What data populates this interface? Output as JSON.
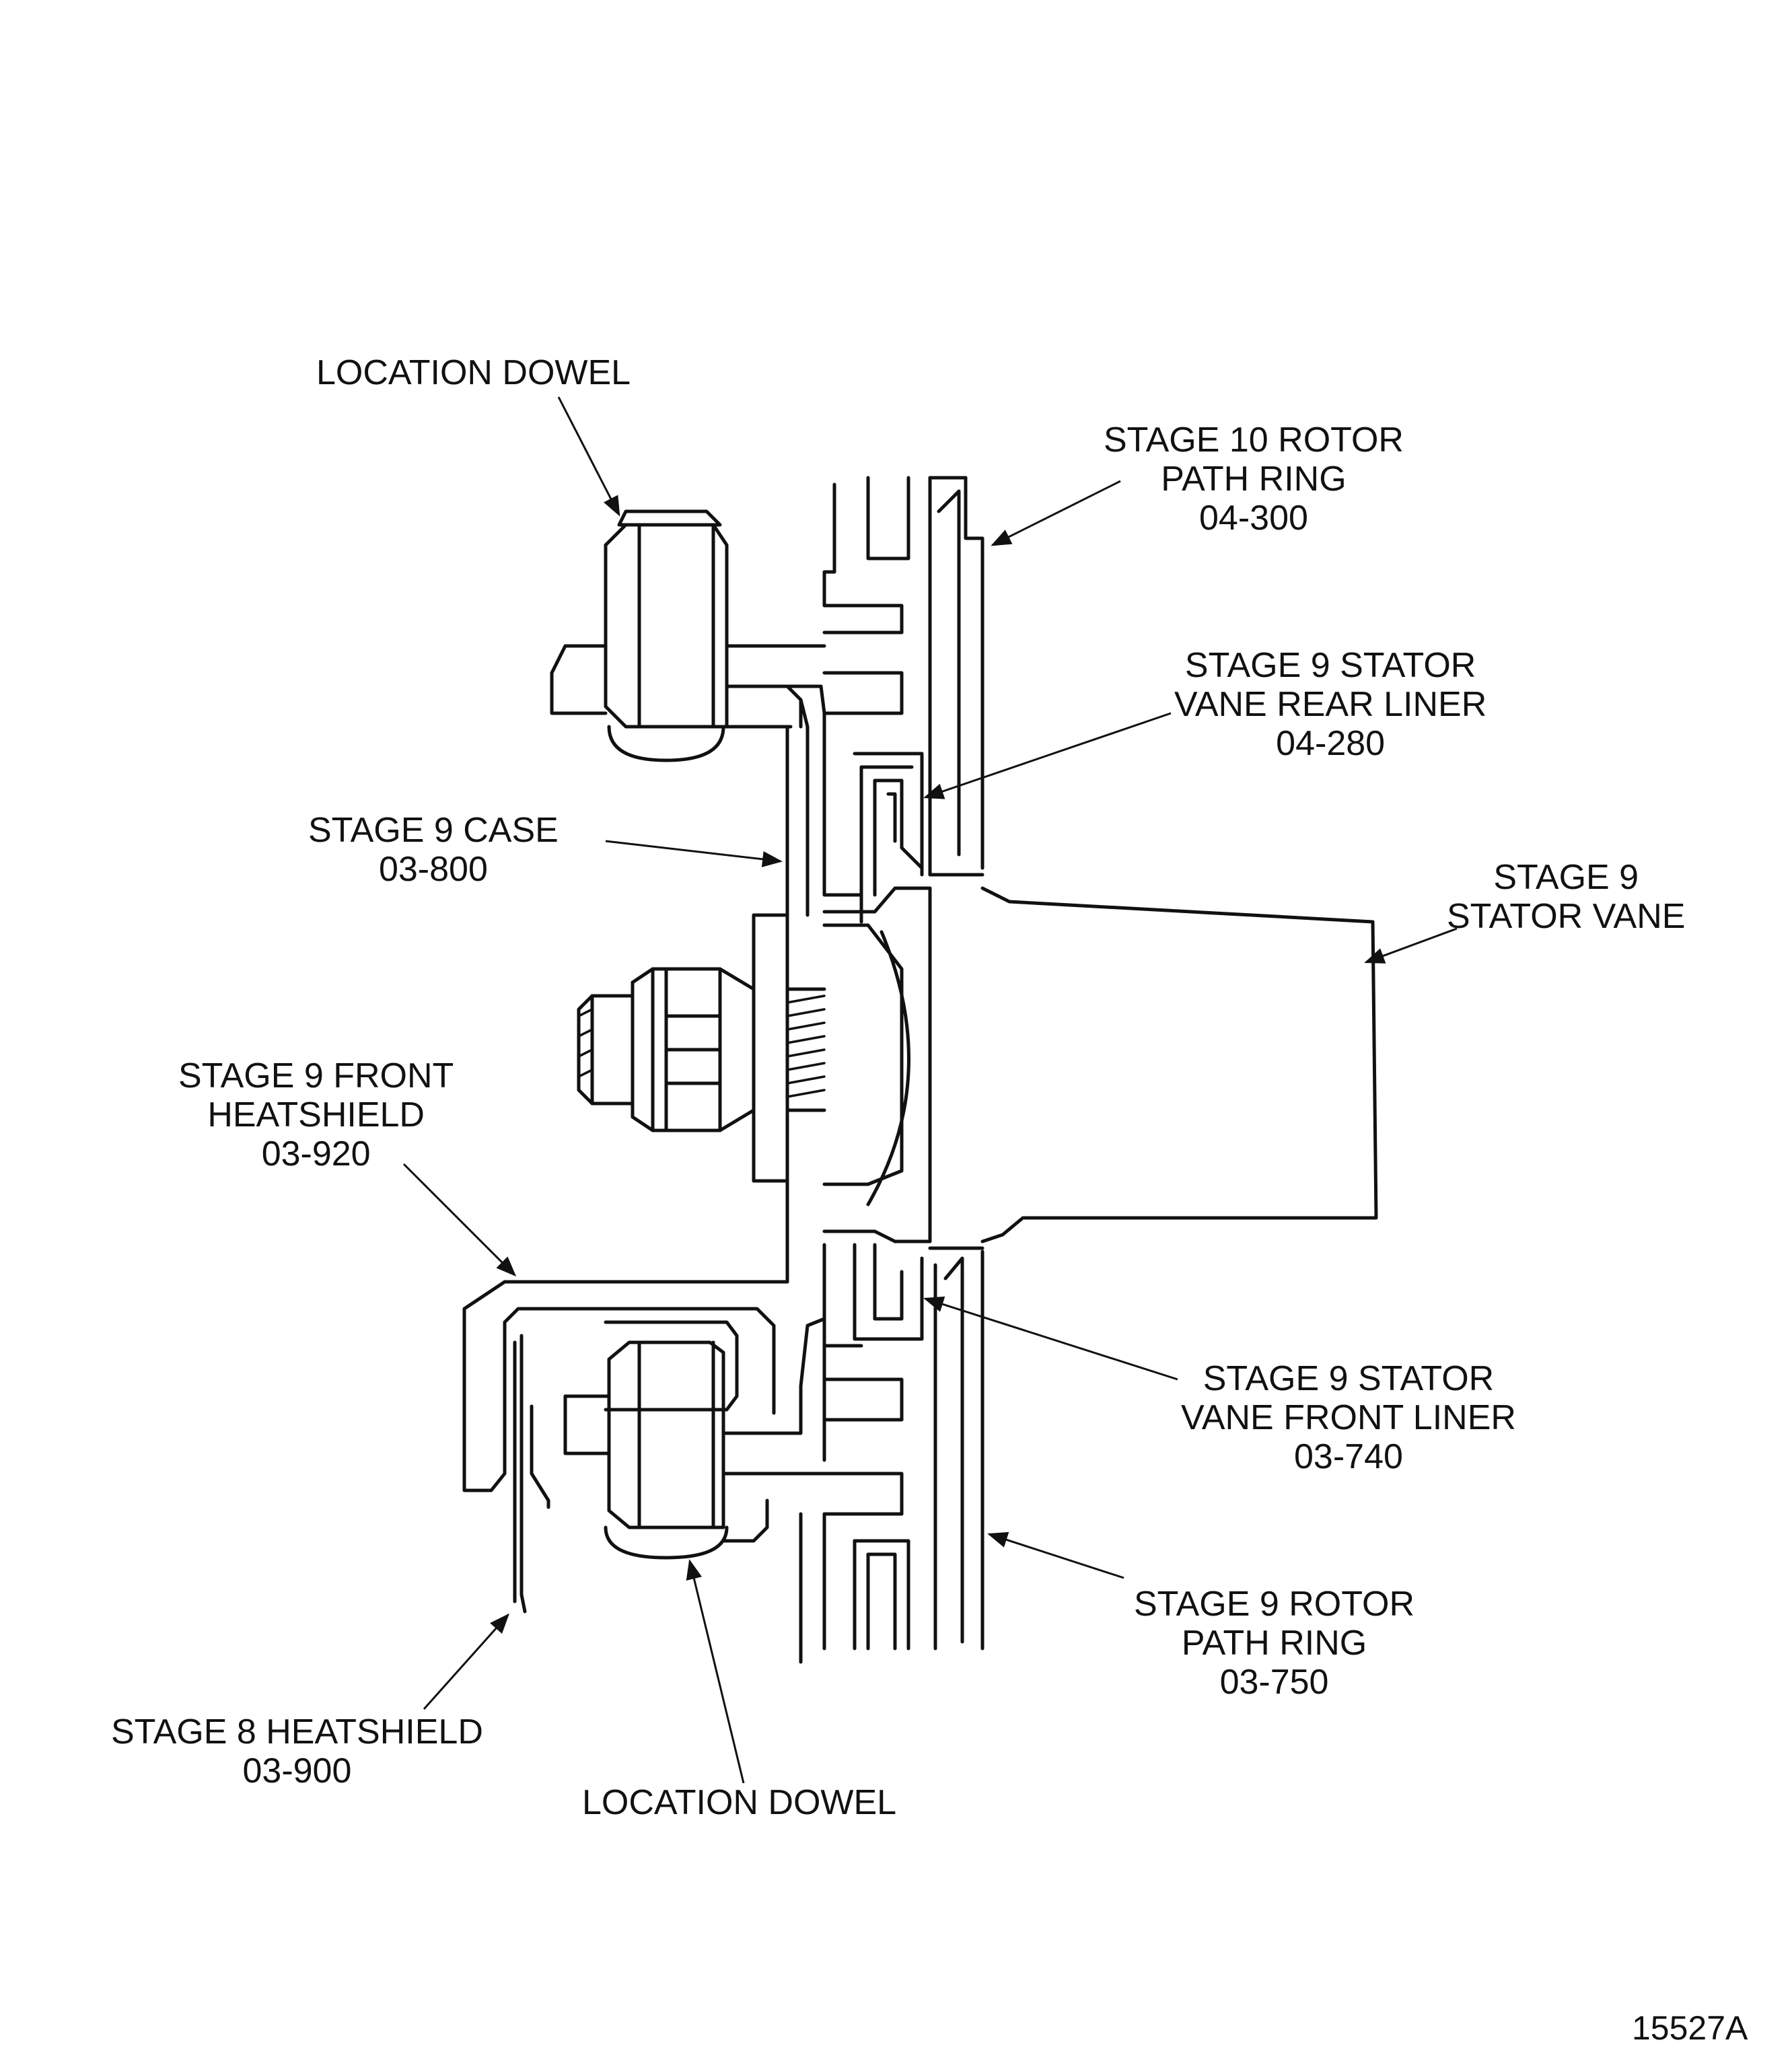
{
  "labels": {
    "location_dowel_top": [
      "LOCATION DOWEL"
    ],
    "stage10_rotor_path_ring": [
      "STAGE 10 ROTOR",
      "PATH RING",
      "04-300"
    ],
    "stage9_stator_vane_rear_liner": [
      "STAGE 9 STATOR",
      "VANE REAR LINER",
      "04-280"
    ],
    "stage9_case": [
      "STAGE 9 CASE",
      "03-800"
    ],
    "stage9_stator_vane": [
      "STAGE 9",
      "STATOR VANE"
    ],
    "stage9_front_heatshield": [
      "STAGE 9 FRONT",
      "HEATSHIELD",
      "03-920"
    ],
    "stage9_stator_vane_front_liner": [
      "STAGE 9 STATOR",
      "VANE FRONT LINER",
      "03-740"
    ],
    "stage9_rotor_path_ring": [
      "STAGE 9 ROTOR",
      "PATH RING",
      "03-750"
    ],
    "stage8_heatshield": [
      "STAGE 8 HEATSHIELD",
      "03-900"
    ],
    "location_dowel_bottom": [
      "LOCATION DOWEL"
    ]
  },
  "figure_number": "15527A"
}
